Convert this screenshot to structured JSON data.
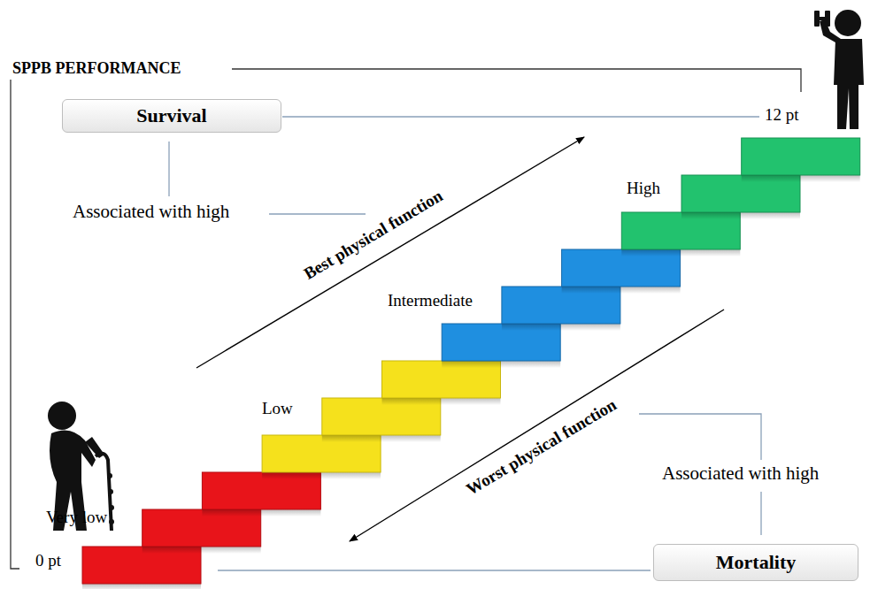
{
  "diagram": {
    "title": "SPPB PERFORMANCE",
    "nodes": [
      {
        "text": [
          "Survival"
        ]
      },
      {
        "text": [
          "Mortality"
        ]
      }
    ],
    "labels": [
      "12 pt",
      "Associated with high",
      "Best physical function",
      "High",
      "Intermediate",
      "Low",
      "Worst physical function",
      "Associated with high",
      "Very low",
      "0 pt"
    ]
  }
}
